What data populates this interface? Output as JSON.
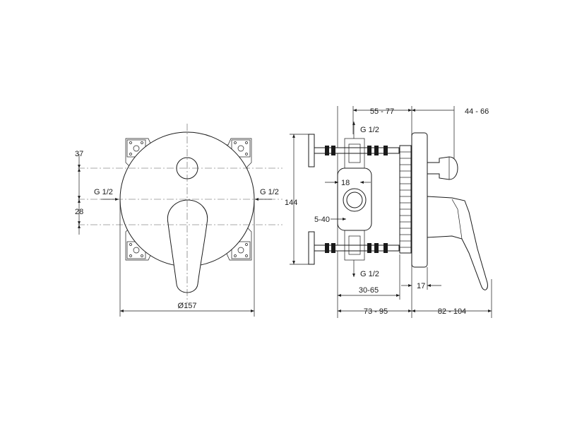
{
  "front_view": {
    "dim_top_offset": "37",
    "dim_bottom_offset": "28",
    "inlet_left": "G 1/2",
    "inlet_right": "G 1/2",
    "diameter": "Ø157"
  },
  "side_view": {
    "dim_depth_range_top": "55 - 77",
    "dim_spout_range": "44 - 66",
    "outlet_top": "G 1/2",
    "outlet_bottom": "G 1/2",
    "dim_hole": "18",
    "dim_height": "144",
    "dim_adjust": "5-40",
    "dim_inner_range": "30-65",
    "dim_plate": "17",
    "dim_body_range": "73 - 95",
    "dim_handle_range": "82 - 104"
  },
  "colors": {
    "line": "#1a1a1a",
    "background": "#ffffff"
  }
}
